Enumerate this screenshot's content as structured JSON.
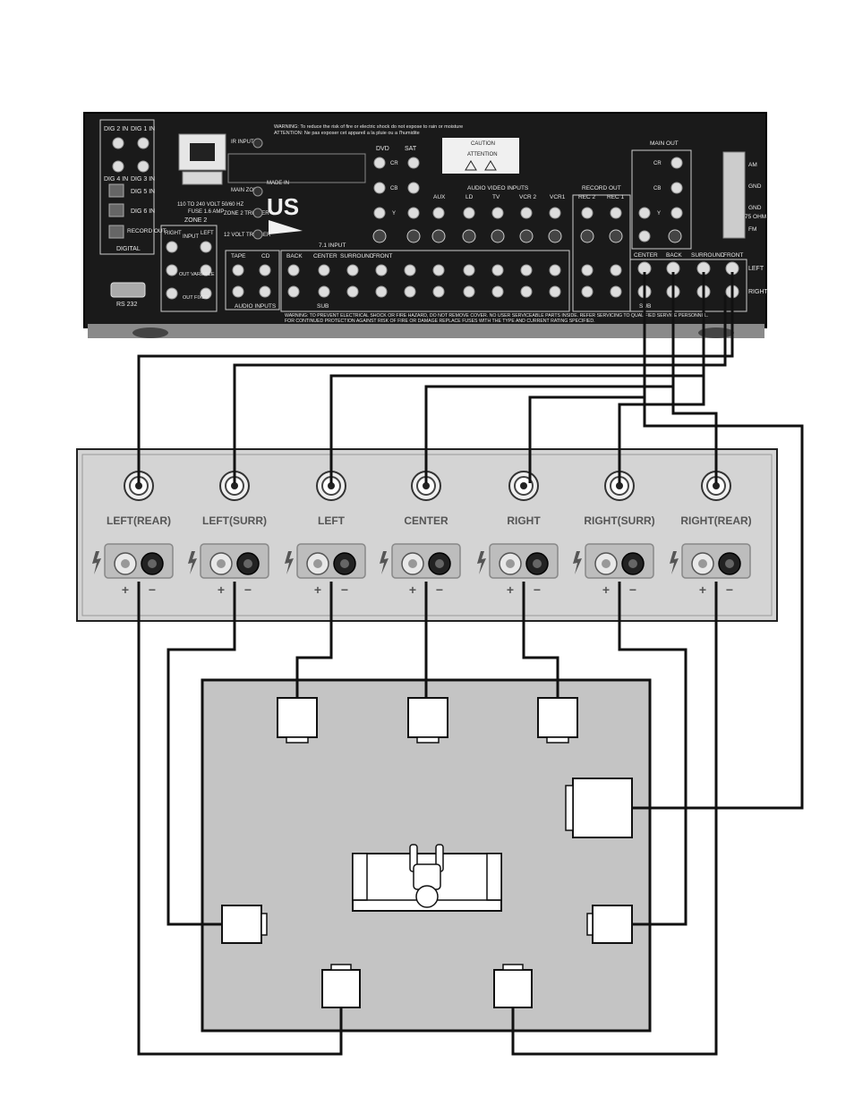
{
  "receiver": {
    "digital": {
      "dig2in": "DIG 2 IN",
      "dig1in": "DIG 1 IN",
      "dig4in": "DIG 4 IN",
      "dig3in": "DIG 3 IN",
      "dig5in": "DIG 5 IN",
      "dig6in": "DIG 6 IN",
      "record_out": "RECORD OUT",
      "section": "DIGITAL"
    },
    "ir_input": "IR INPUT",
    "main_zone": "MAIN ZONE",
    "zone2_trigger": "ZONE 2 TRIGGER",
    "volt12_trigger": "12 VOLT TRIGGER",
    "power_text": "110 TO 240 VOLT 50/60 HZ",
    "fuse_text": "FUSE 1.6 AMP",
    "zone2": "ZONE 2",
    "zone2_right": "RIGHT",
    "zone2_input": "INPUT",
    "zone2_left": "LEFT",
    "out_variable": "OUT VARIABLE",
    "out_fixed": "OUT FIXED",
    "rs232": "RS 232",
    "made_in": "MADE IN",
    "us": "US",
    "warning_top": "WARNING: To reduce the risk of fire or electric shock do not expose to rain or moisture",
    "attention_top": "ATTENTION: Ne pas exposer cet appareil a la pluie ou a l'humidite",
    "caution": "CAUTION",
    "attention": "ATTENTION",
    "dvd": "DVD",
    "sat": "SAT",
    "cr": "CR",
    "cb": "CB",
    "y": "Y",
    "audio_video_inputs": "AUDIO VIDEO INPUTS",
    "aux": "AUX",
    "ld": "LD",
    "tv": "TV",
    "vcr2": "VCR 2",
    "vcr1": "VCR1",
    "record_out": "RECORD OUT",
    "rec2": "REC 2",
    "rec1": "REC 1",
    "main_out": "MAIN OUT",
    "am": "AM",
    "gnd": "GND",
    "gnd2": "GND",
    "ohm75": "75 OHM",
    "fm": "FM",
    "tape": "TAPE",
    "cd": "CD",
    "audio_inputs": "AUDIO INPUTS",
    "input71": "7.1 INPUT",
    "back": "BACK",
    "center": "CENTER",
    "surround": "SURROUND",
    "front": "FRONT",
    "sub": "SUB",
    "mo_center": "CENTER",
    "mo_back": "BACK",
    "mo_surround": "SURROUND",
    "mo_front": "FRONT",
    "mo_sub": "SUB",
    "left": "LEFT",
    "right": "RIGHT",
    "warning_bottom": "WARNING: TO PREVENT ELECTRICAL SHOCK OR FIRE HAZARD, DO NOT REMOVE COVER. NO USER SERVICEABLE PARTS INSIDE. REFER SERVICING TO QUALIFIED SERVICE PERSONNEL.",
    "warning_bottom2": "FOR CONTINUED PROTECTION AGAINST RISK OF FIRE OR DAMAGE REPLACE FUSES WITH THE TYPE AND CURRENT RATING SPECIFIED."
  },
  "amplifier": {
    "channels": [
      "LEFT(REAR)",
      "LEFT(SURR)",
      "LEFT",
      "CENTER",
      "RIGHT",
      "RIGHT(SURR)",
      "RIGHT(REAR)"
    ],
    "plus": "+",
    "minus": "−"
  },
  "colors": {
    "receiver_body": "#1a1a1a",
    "amp_panel": "#d4d4d4",
    "room": "#c4c4c4",
    "wire": "#111111"
  }
}
